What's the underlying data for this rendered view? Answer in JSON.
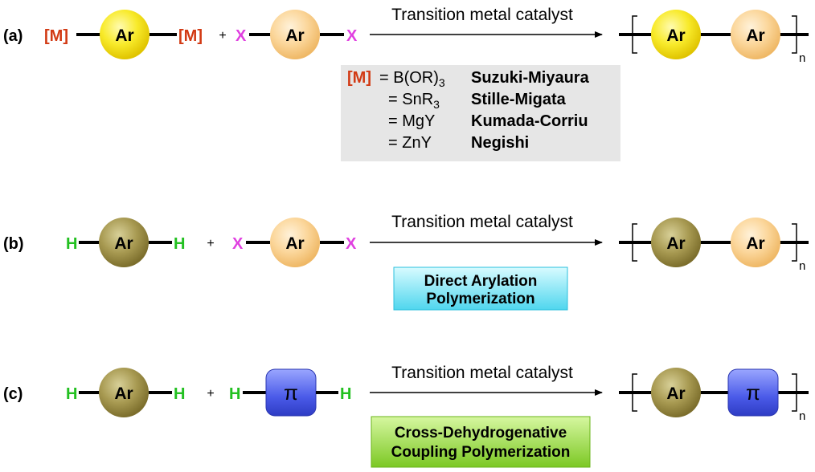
{
  "colors": {
    "metal": "#d23a14",
    "halide": "#e040e0",
    "hydrogen": "#22c020",
    "line": "#000000",
    "box_gray": "#e6e6e6"
  },
  "reaction_a": {
    "label": "(a)",
    "left_group": "[M]",
    "right_group": "[M]",
    "monomer1_text": "Ar",
    "plus": "+",
    "x_left": "X",
    "x_right": "X",
    "monomer2_text": "Ar",
    "arrow_label": "Transition metal catalyst",
    "product_unit1": "Ar",
    "product_unit2": "Ar",
    "n": "n",
    "legend": [
      {
        "lead": "[M]",
        "equals": "= ",
        "reagent_base": "B(OR)",
        "reagent_sub": "3",
        "name": "Suzuki-Miyaura"
      },
      {
        "lead": "",
        "equals": "= ",
        "reagent_base": "SnR",
        "reagent_sub": "3",
        "name": "Stille-Migata"
      },
      {
        "lead": "",
        "equals": "= ",
        "reagent_base": "MgY",
        "reagent_sub": "",
        "name": "Kumada-Corriu"
      },
      {
        "lead": "",
        "equals": "= ",
        "reagent_base": "ZnY",
        "reagent_sub": "",
        "name": "Negishi"
      }
    ]
  },
  "reaction_b": {
    "label": "(b)",
    "left_group": "H",
    "right_group": "H",
    "monomer1_text": "Ar",
    "plus": "+",
    "x_left": "X",
    "x_right": "X",
    "monomer2_text": "Ar",
    "arrow_label": "Transition metal catalyst",
    "product_unit1": "Ar",
    "product_unit2": "Ar",
    "n": "n",
    "method_line1": "Direct Arylation",
    "method_line2": "Polymerization"
  },
  "reaction_c": {
    "label": "(c)",
    "left_group": "H",
    "right_group": "H",
    "monomer1_text": "Ar",
    "plus": "+",
    "h2_left": "H",
    "h2_right": "H",
    "monomer2_text": "π",
    "arrow_label": "Transition metal catalyst",
    "product_unit1": "Ar",
    "product_unit2": "π",
    "n": "n",
    "method_line1": "Cross-Dehydrogenative",
    "method_line2": "Coupling Polymerization"
  }
}
